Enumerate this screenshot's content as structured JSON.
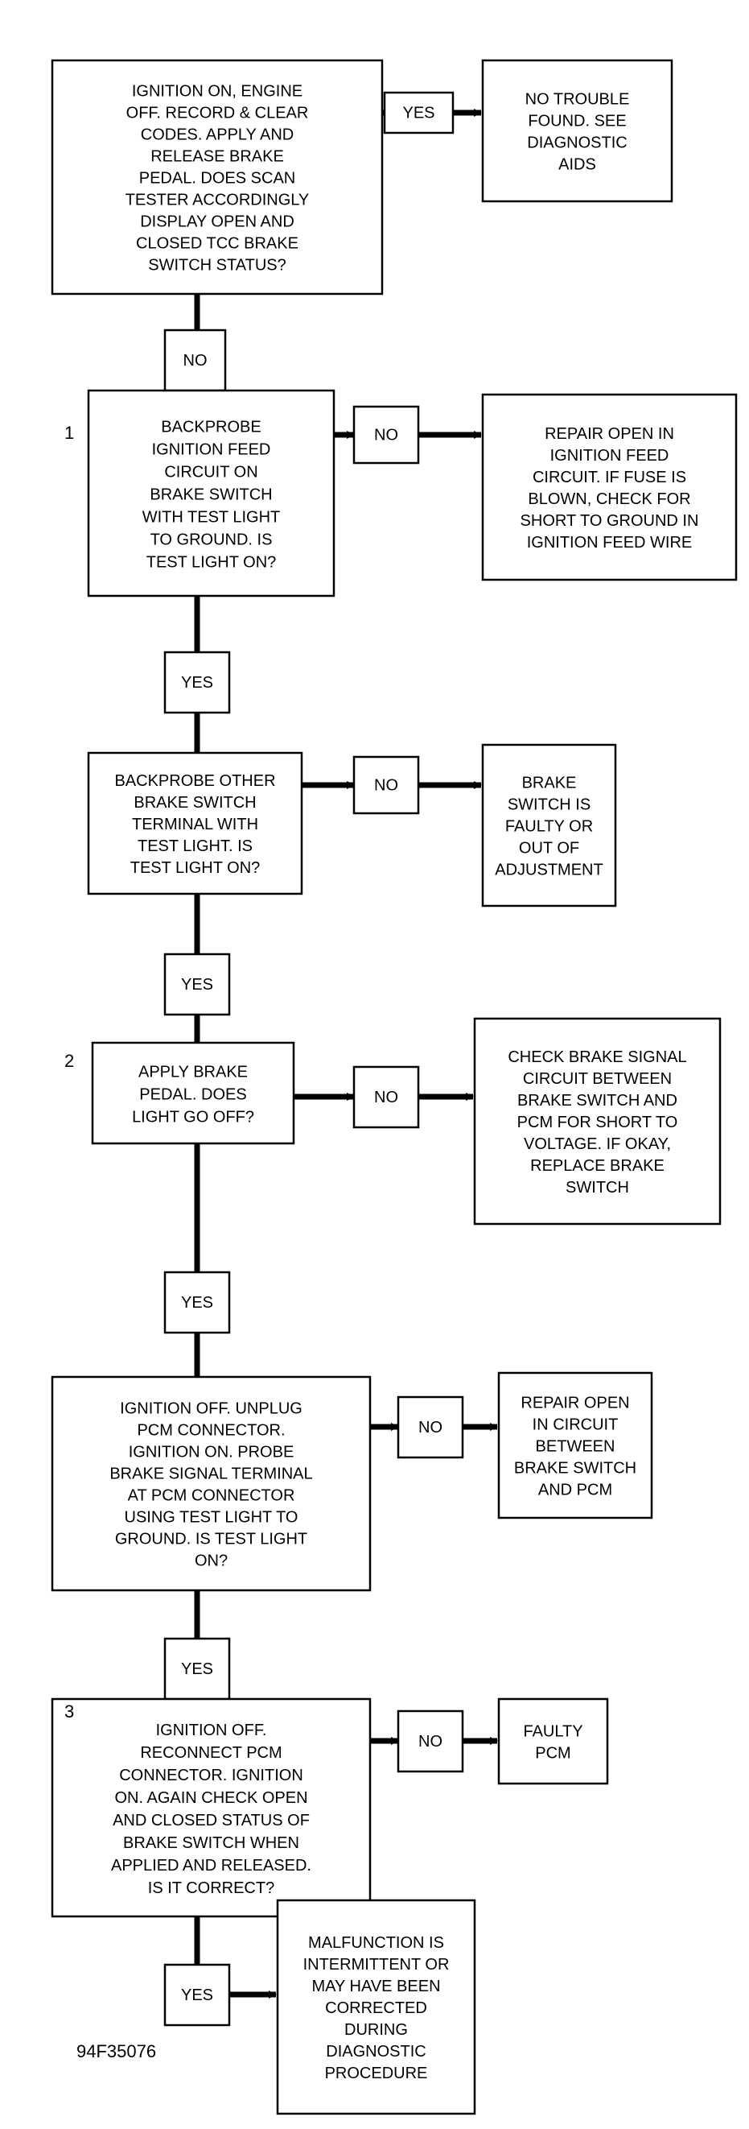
{
  "figure_id": "94F35076",
  "nodes": {
    "q0": [
      "IGNITION ON, ENGINE",
      "OFF. RECORD & CLEAR",
      "CODES. APPLY AND",
      "RELEASE BRAKE",
      "PEDAL. DOES SCAN",
      "TESTER ACCORDINGLY",
      "DISPLAY OPEN AND",
      "CLOSED TCC BRAKE",
      "SWITCH STATUS?"
    ],
    "q0_yes": [
      "YES"
    ],
    "r0": [
      "NO TROUBLE",
      "FOUND. SEE",
      "DIAGNOSTIC",
      "AIDS"
    ],
    "q0_no": [
      "NO"
    ],
    "q1": [
      "BACKPROBE",
      "IGNITION FEED",
      "CIRCUIT ON",
      "BRAKE SWITCH",
      "WITH TEST LIGHT",
      "TO GROUND. IS",
      "TEST LIGHT ON?"
    ],
    "q1_no": [
      "NO"
    ],
    "r1": [
      "REPAIR OPEN IN",
      "IGNITION FEED",
      "CIRCUIT. IF FUSE IS",
      "BLOWN, CHECK FOR",
      "SHORT TO GROUND IN",
      "IGNITION FEED WIRE"
    ],
    "q1_yes": [
      "YES"
    ],
    "q2": [
      "BACKPROBE OTHER",
      "BRAKE SWITCH",
      "TERMINAL WITH",
      "TEST LIGHT. IS",
      "TEST LIGHT ON?"
    ],
    "q2_no": [
      "NO"
    ],
    "r2": [
      "BRAKE",
      "SWITCH IS",
      "FAULTY OR",
      "OUT OF",
      "ADJUSTMENT"
    ],
    "q2_yes": [
      "YES"
    ],
    "q3": [
      "APPLY BRAKE",
      "PEDAL. DOES",
      "LIGHT GO OFF?"
    ],
    "q3_no": [
      "NO"
    ],
    "r3": [
      "CHECK BRAKE SIGNAL",
      "CIRCUIT BETWEEN",
      "BRAKE SWITCH AND",
      "PCM FOR SHORT TO",
      "VOLTAGE. IF OKAY,",
      "REPLACE BRAKE",
      "SWITCH"
    ],
    "q3_yes": [
      "YES"
    ],
    "q4": [
      "IGNITION OFF. UNPLUG",
      "PCM CONNECTOR.",
      "IGNITION ON. PROBE",
      "BRAKE SIGNAL TERMINAL",
      "AT PCM CONNECTOR",
      "USING TEST LIGHT TO",
      "GROUND. IS TEST LIGHT",
      "ON?"
    ],
    "q4_no": [
      "NO"
    ],
    "r4": [
      "REPAIR OPEN",
      "IN CIRCUIT",
      "BETWEEN",
      "BRAKE SWITCH",
      "AND PCM"
    ],
    "q4_yes": [
      "YES"
    ],
    "q5": [
      "IGNITION OFF.",
      "RECONNECT PCM",
      "CONNECTOR. IGNITION",
      "ON. AGAIN CHECK OPEN",
      "AND CLOSED STATUS OF",
      "BRAKE SWITCH WHEN",
      "APPLIED AND RELEASED.",
      "IS IT CORRECT?"
    ],
    "q5_no": [
      "NO"
    ],
    "r5": [
      "FAULTY",
      "PCM"
    ],
    "q5_yes": [
      "YES"
    ],
    "r6": [
      "MALFUNCTION IS",
      "INTERMITTENT OR",
      "MAY HAVE BEEN",
      "CORRECTED",
      "DURING",
      "DIAGNOSTIC",
      "PROCEDURE"
    ]
  },
  "step_numbers": {
    "q1": "1",
    "q3": "2",
    "q5": "3"
  }
}
